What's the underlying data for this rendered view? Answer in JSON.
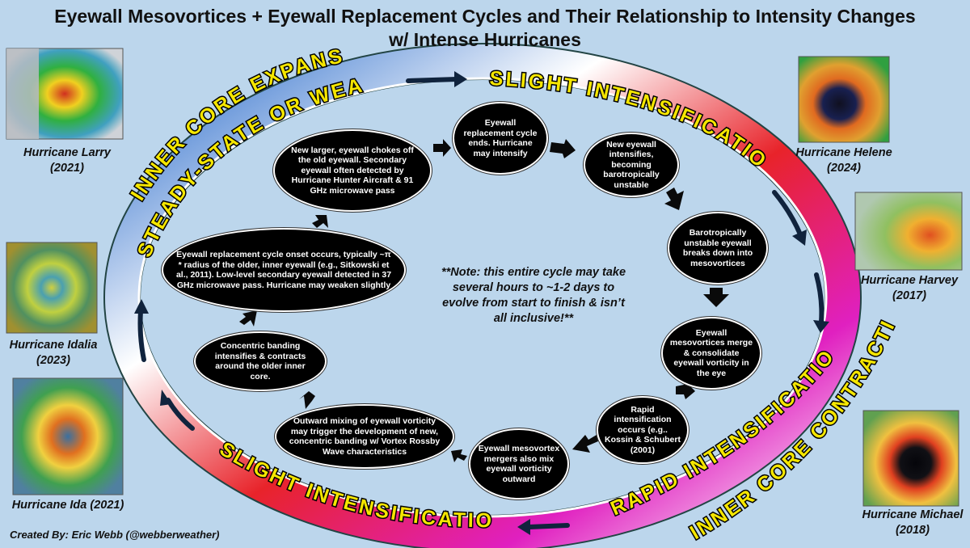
{
  "title_line1": "Eyewall Mesovortices + Eyewall Replacement Cycles and Their Relationship to Intensity Changes",
  "title_line2": "w/ Intense Hurricanes",
  "ring_labels": {
    "inner_core_expansion": "INNER CORE EXPANSION",
    "steady_state": "STEADY-STATE OR WEAKEN",
    "slight_intensification_top": "SLIGHT INTENSIFICATION",
    "slight_intensification_bottom": "SLIGHT INTENSIFICATION",
    "rapid_intensification": "RAPID INTENSIFICATION",
    "inner_core_contraction": "INNER CORE CONTRACTION"
  },
  "steps": {
    "chokes": "New larger, eyewall chokes off the old eyewall. Secondary eyewall often detected by Hurricane Hunter Aircraft & 91 GHz microwave pass",
    "erc_ends": "Eyewall replacement cycle ends. Hurricane may intensify",
    "new_eyewall": "New eyewall intensifies, becoming barotropically unstable",
    "breaks_down": "Barotropically unstable eyewall breaks down into mesovortices",
    "merge": "Eyewall mesovortices merge & consolidate eyewall vorticity in the eye",
    "rapid": "Rapid intensification occurs (e.g.. Kossin & Schubert (2001)",
    "mix_out": "Eyewall mesovortex mergers also mix eyewall vorticity outward",
    "outward_mixing": "Outward mixing of eyewall vorticity may trigger the development of new, concentric banding w/ Vortex Rossby Wave characteristics",
    "concentric": "Concentric banding intensifies & contracts around the older inner core.",
    "onset": "Eyewall replacement cycle onset occurs, typically ~π * radius of the older, inner eyewall (e.g., Sitkowski et al., 2011). Low-level secondary eyewall detected in 37 GHz microwave pass. Hurricane may weaken slightly"
  },
  "note": "**Note: this entire cycle may take several hours to ~1-2 days to evolve from start to finish & isn’t all inclusive!**",
  "hurricanes": {
    "larry": "Hurricane Larry (2021)",
    "helene": "Hurricane Helene (2024)",
    "harvey": "Hurricane Harvey (2017)",
    "idalia": "Hurricane Idalia (2023)",
    "ida": "Hurricane Ida (2021)",
    "michael": "Hurricane Michael (2018)"
  },
  "credit": "Created By: Eric Webb (@webberweather)",
  "colors": {
    "background": "#bcd6ec",
    "ring_blue": "#1e63c8",
    "ring_red": "#e8232a",
    "ring_magenta": "#e020c0",
    "ring_white": "#ffffff",
    "ring_text": "#f5e600",
    "arrow": "#10233d"
  }
}
